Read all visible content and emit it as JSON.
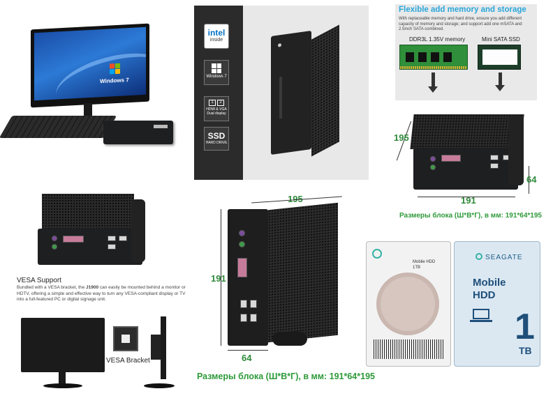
{
  "monitor_screen": {
    "os_logo": "Windows 7"
  },
  "product_badges": {
    "intel_brand": "intel",
    "intel_sub": "inside",
    "windows_label": "Windows 7",
    "hdmi_nums": [
      "1",
      "2"
    ],
    "hdmi_label": "HDMI & VGA Dual display",
    "ssd_label": "SSD",
    "ssd_sub": "HARD DRIVE"
  },
  "memory_panel": {
    "title": "Flexible add memory and storage",
    "desc": "With replaceable memory and hard drive, ensure you add different capacity of memory and storage; and support add one mSATA and 2.5inch SATA combined.",
    "ram_label": "DDR3L 1.35V memory",
    "ssd_label": "Mini SATA SSD"
  },
  "dims_top_right": {
    "width_label": "195",
    "height_label": "64",
    "depth_label": "191",
    "caption": "Размеры блока (Ш*В*Г), в мм: 191*64*195"
  },
  "vesa": {
    "title": "VESA Support",
    "desc_before": "Bundled with a VESA bracket, the ",
    "desc_model": "J1900",
    "desc_after": " can easily be mounted behind a monitor or HDTV, offering a simple and effective way to turn any VESA-compliant display or TV into a full-featured PC or digital signage unit.",
    "bracket_label": "VESA Bracket"
  },
  "dims_center": {
    "width_label": "195",
    "height_label": "191",
    "depth_label": "64",
    "caption": "Размеры блока (Ш*В*Г), в мм: 191*64*195"
  },
  "hdd": {
    "brand": "SEAGATE",
    "title_line1": "Mobile",
    "title_line2": "HDD",
    "capacity": "1",
    "unit": "TB",
    "label_model": "Mobile HDD",
    "label_cap": "1TB"
  }
}
